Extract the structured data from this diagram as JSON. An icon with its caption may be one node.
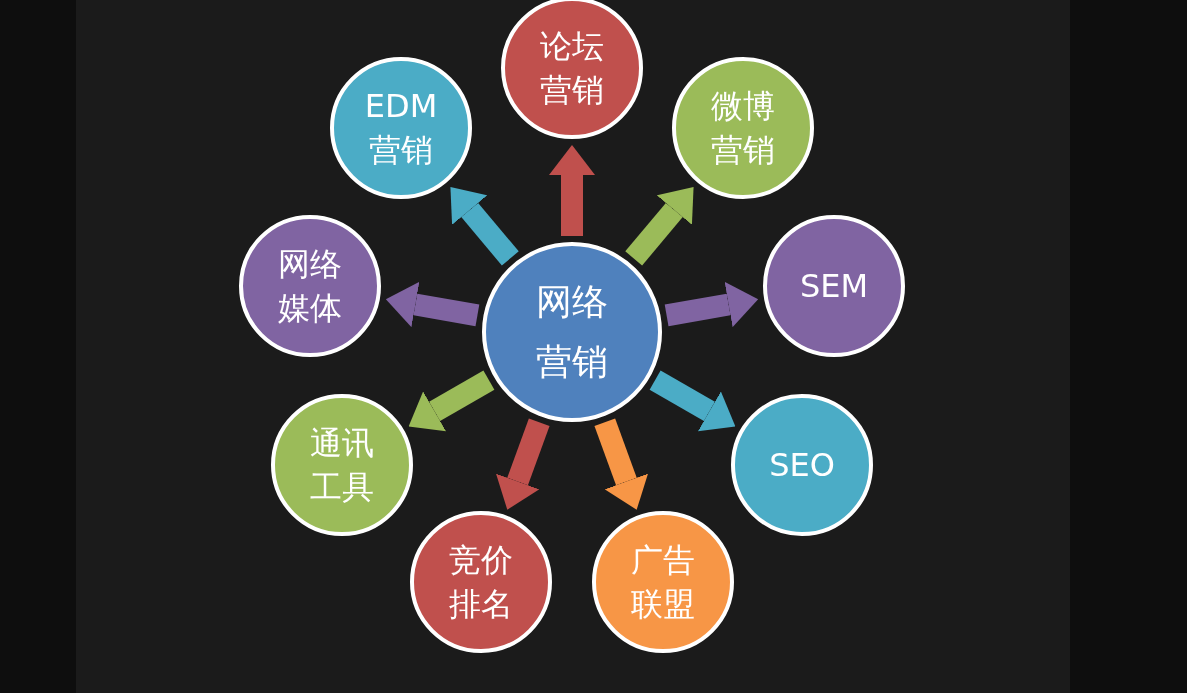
{
  "diagram": {
    "nodes": [
      {
        "text": [
          "网络营销"
        ]
      },
      {
        "text": [
          "论坛营销"
        ]
      },
      {
        "text": [
          "微博营销"
        ]
      },
      {
        "text": [
          "SEM"
        ]
      },
      {
        "text": [
          "SEO"
        ]
      },
      {
        "text": [
          "广告联盟"
        ]
      },
      {
        "text": [
          "竞价排名"
        ]
      },
      {
        "text": [
          "通讯工具"
        ]
      },
      {
        "text": [
          "网络媒体"
        ]
      },
      {
        "text": [
          "EDM营销"
        ]
      }
    ],
    "edges": [
      {
        "from": 0,
        "to": 1,
        "arrow": "to",
        "color": "#c0504d"
      },
      {
        "from": 0,
        "to": 2,
        "arrow": "to",
        "color": "#9bbb59"
      },
      {
        "from": 0,
        "to": 3,
        "arrow": "to",
        "color": "#8064a2"
      },
      {
        "from": 0,
        "to": 4,
        "arrow": "to",
        "color": "#4bacc6"
      },
      {
        "from": 0,
        "to": 5,
        "arrow": "to",
        "color": "#f79646"
      },
      {
        "from": 0,
        "to": 6,
        "arrow": "to",
        "color": "#c0504d"
      },
      {
        "from": 0,
        "to": 7,
        "arrow": "to",
        "color": "#9bbb59"
      },
      {
        "from": 0,
        "to": 8,
        "arrow": "to",
        "color": "#8064a2"
      },
      {
        "from": 0,
        "to": 9,
        "arrow": "to",
        "color": "#4bacc6"
      }
    ]
  }
}
